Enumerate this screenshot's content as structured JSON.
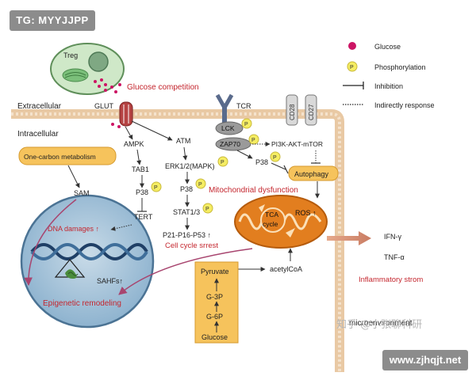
{
  "watermark_tag": "TG: MYYJJPP",
  "watermark_site": "www.zjhqjt.net",
  "watermark_zhihu": "知乎 @小张聊科研",
  "colors": {
    "membrane": "#e9c9a4",
    "nucleus": "#7fa6c4",
    "mito": "#e27e1f",
    "glucose": "#cc1464",
    "phospho": "#f5ed63",
    "box": "#f6c35c",
    "red_text": "#c4262e"
  },
  "labels": {
    "treg": "Treg",
    "glucose_competition": "Glucose competition",
    "extracellular": "Extracellular",
    "glut": "GLUT",
    "tcr": "TCR",
    "cd28": "CD28",
    "cd27": "CD27",
    "intracellular": "Intracellular",
    "ampk": "AMPK",
    "atm": "ATM",
    "lck": "LCK",
    "zap70": "ZAP70",
    "pi3k": "PI3K-AKT-mTOR",
    "one_carbon": "One-carbon metabolism",
    "tab1": "TAB1",
    "erk": "ERK1/2(MAPK)",
    "p38_a": "P38",
    "p38_b": "P38",
    "p38_c": "P38",
    "autophagy": "Autophagy",
    "mito_dysfunction": "Mitochondrial dysfunction",
    "sam": "SAM",
    "stat": "STAT1/3",
    "tert": "TERT",
    "dna_damages": "DNA damages ↑",
    "p21": "P21-P16-P53 ↑",
    "cell_cycle": "Cell cycle srrest",
    "tca": "TCA",
    "cycle": "cycle",
    "ros": "ROS ↑",
    "sahfs": "SAHFs↑",
    "epigenetic": "Epigenetic remodeling",
    "pyruvate": "Pyruvate",
    "acetylcoa": "acetylCoA",
    "g3p": "G-3P",
    "g6p": "G-6P",
    "glucose_box": "Glucose",
    "ifn": "IFN-γ",
    "tnf": "TNF-α",
    "inflammatory": "Inflammatory strom",
    "microenvironment": "microenvironment",
    "p": "P"
  },
  "legend": {
    "glucose": "Glucose",
    "phosphorylation": "Phosphorylation",
    "inhibition": "Inhibition",
    "indirect": "Indirectly response"
  }
}
